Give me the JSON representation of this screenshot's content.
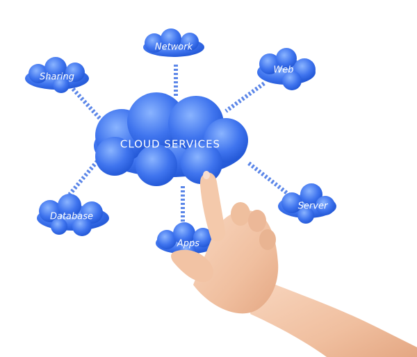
{
  "hub": {
    "label": "CLOUD SERVICES"
  },
  "nodes": {
    "network": "Network",
    "web": "Web",
    "sharing": "Sharing",
    "server": "Server",
    "database": "Database",
    "apps": "Apps"
  },
  "colors": {
    "cloud_light": "#6fa0ff",
    "cloud_dark": "#1a4fcf",
    "connector": "#5b86e8",
    "skin": "#f2c3a4"
  }
}
